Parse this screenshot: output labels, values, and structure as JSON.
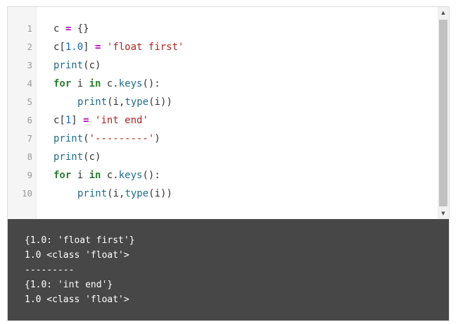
{
  "editor": {
    "line_numbers": [
      "1",
      "2",
      "3",
      "4",
      "5",
      "6",
      "7",
      "8",
      "9",
      "10"
    ],
    "lines": [
      {
        "indent": false,
        "tokens": [
          [
            "plain",
            "c "
          ],
          [
            "op",
            "="
          ],
          [
            "plain",
            " {}"
          ]
        ]
      },
      {
        "indent": false,
        "tokens": [
          [
            "plain",
            "c["
          ],
          [
            "num",
            "1.0"
          ],
          [
            "plain",
            "] "
          ],
          [
            "op",
            "="
          ],
          [
            "plain",
            " "
          ],
          [
            "str",
            "'float first'"
          ]
        ]
      },
      {
        "indent": false,
        "tokens": [
          [
            "fn",
            "print"
          ],
          [
            "plain",
            "(c)"
          ]
        ]
      },
      {
        "indent": false,
        "tokens": [
          [
            "kw",
            "for"
          ],
          [
            "plain",
            " i "
          ],
          [
            "kw",
            "in"
          ],
          [
            "plain",
            " c."
          ],
          [
            "fn",
            "keys"
          ],
          [
            "plain",
            "():"
          ]
        ]
      },
      {
        "indent": true,
        "tokens": [
          [
            "fn",
            "print"
          ],
          [
            "plain",
            "(i,"
          ],
          [
            "fn",
            "type"
          ],
          [
            "plain",
            "(i))"
          ]
        ]
      },
      {
        "indent": false,
        "tokens": [
          [
            "plain",
            "c["
          ],
          [
            "num",
            "1"
          ],
          [
            "plain",
            "] "
          ],
          [
            "op",
            "="
          ],
          [
            "plain",
            " "
          ],
          [
            "str",
            "'int end'"
          ]
        ]
      },
      {
        "indent": false,
        "tokens": [
          [
            "fn",
            "print"
          ],
          [
            "plain",
            "("
          ],
          [
            "str",
            "'---------'"
          ],
          [
            "plain",
            ")"
          ]
        ]
      },
      {
        "indent": false,
        "tokens": [
          [
            "fn",
            "print"
          ],
          [
            "plain",
            "(c)"
          ]
        ]
      },
      {
        "indent": false,
        "tokens": [
          [
            "kw",
            "for"
          ],
          [
            "plain",
            " i "
          ],
          [
            "kw",
            "in"
          ],
          [
            "plain",
            " c."
          ],
          [
            "fn",
            "keys"
          ],
          [
            "plain",
            "():"
          ]
        ]
      },
      {
        "indent": true,
        "tokens": [
          [
            "fn",
            "print"
          ],
          [
            "plain",
            "(i,"
          ],
          [
            "fn",
            "type"
          ],
          [
            "plain",
            "(i))"
          ]
        ]
      }
    ]
  },
  "scrollbar": {
    "up_arrow": "▲",
    "down_arrow": "▼"
  },
  "console": {
    "output_lines": [
      "{1.0: 'float first'}",
      "1.0 <class 'float'>",
      "---------",
      "{1.0: 'int end'}",
      "1.0 <class 'float'>"
    ]
  },
  "colors": {
    "keyword": "#2e7d32",
    "operator": "#b000b0",
    "string": "#b22222",
    "number": "#1565c0",
    "function": "#1e6b8c",
    "console_bg": "#474747"
  }
}
